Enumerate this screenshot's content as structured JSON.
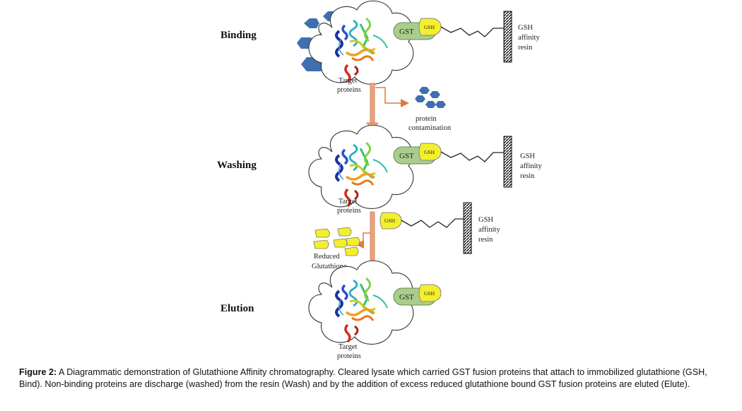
{
  "stages": {
    "binding": "Binding",
    "washing": "Washing",
    "elution": "Elution"
  },
  "labels": {
    "target_proteins_line1": "Target",
    "target_proteins_line2": "proteins",
    "gst": "GST",
    "gsh": "GSH",
    "resin_line1": "GSH",
    "resin_line2": "affinity",
    "resin_line3": "resin",
    "contamination_line1": "protein",
    "contamination_line2": "contamination",
    "reduced_line1": "Reduced",
    "reduced_line2": "Glutathione"
  },
  "colors": {
    "contaminant_blue": "#3f6fb0",
    "gst_green": "#a9cd8d",
    "gsh_yellow": "#f4ef2c",
    "arrow_orange": "#f0a27a",
    "arrow_line": "#e07a3c"
  },
  "caption": {
    "label": "Figure 2:",
    "text": " A Diagrammatic demonstration of Glutathione Affinity chromatography. Cleared lysate which carried GST fusion proteins that attach to immobilized glutathione (GSH, Bind). Non-binding proteins are discharge (washed) from the resin (Wash) and by the addition of excess reduced glutathione bound GST fusion proteins are eluted (Elute)."
  }
}
